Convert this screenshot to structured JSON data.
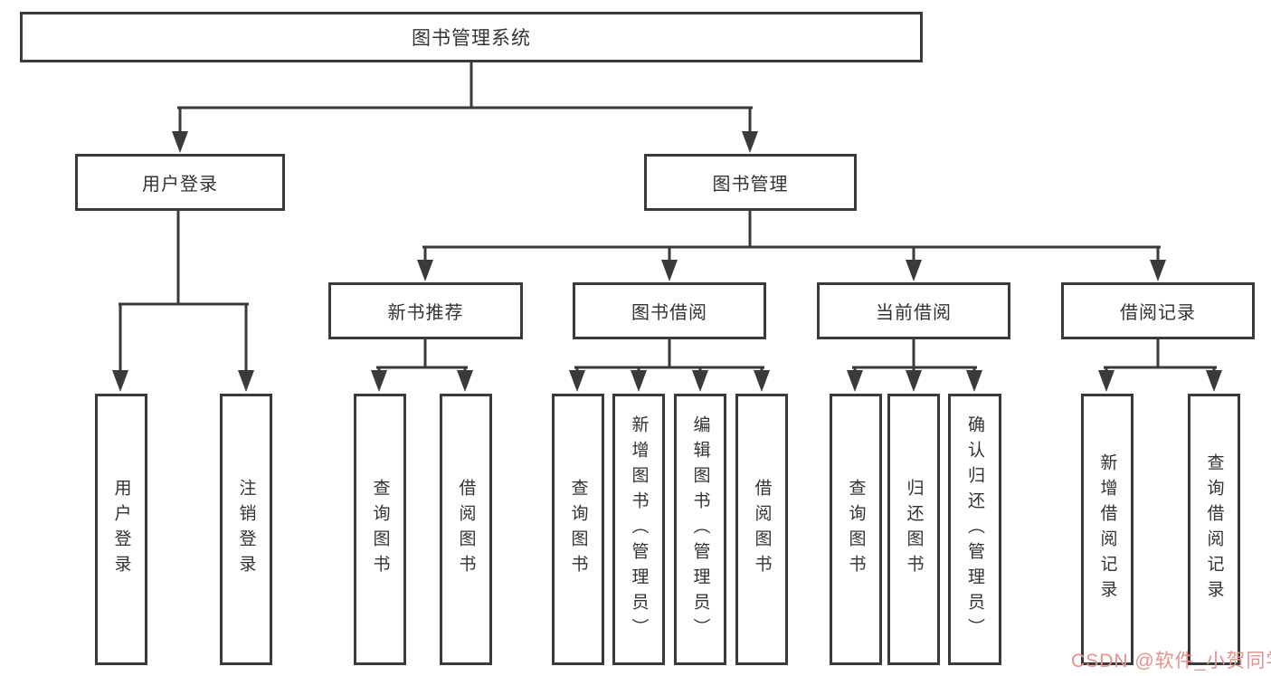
{
  "diagram": {
    "root": {
      "label": "图书管理系统"
    },
    "level2": [
      {
        "label": "用户登录"
      },
      {
        "label": "图书管理"
      }
    ],
    "level3": [
      {
        "label": "新书推荐"
      },
      {
        "label": "图书借阅"
      },
      {
        "label": "当前借阅"
      },
      {
        "label": "借阅记录"
      }
    ],
    "leaves": {
      "user_login": [
        "用户登录",
        "注销登录"
      ],
      "new_books": [
        "查询图书",
        "借阅图书"
      ],
      "book_borrow": [
        "查询图书",
        "新增图书（管理员）",
        "编辑图书（管理员）",
        "借阅图书"
      ],
      "current_borrow": [
        "查询图书",
        "归还图书",
        "确认归还（管理员）"
      ],
      "borrow_records": [
        "新增借阅记录",
        "查询借阅记录"
      ]
    }
  },
  "watermark": {
    "text": "CSDN @软件_小贺同学",
    "color": "#e5938c"
  },
  "colors": {
    "line": "#3a3a3a",
    "text": "#333333",
    "background": "#ffffff"
  }
}
